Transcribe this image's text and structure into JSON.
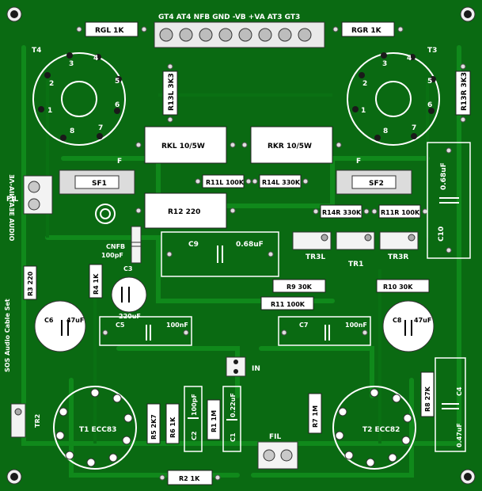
{
  "board": {
    "bg_color": "#0a6a12",
    "trace_color": "#118d1d",
    "silk_color": "#ffffff"
  },
  "labels": {
    "top_connector": "GT4 AT4 NFB   GND   -VB +VA AT3 GT3",
    "rgl": "RGL  1K",
    "rgr": "RGR  1K",
    "t4": "T4",
    "t3": "T3",
    "r13l": "R13L 3K3",
    "r13r": "R13R 3K3",
    "rkl": "RKL  10/5W",
    "rkr": "RKR  10/5W",
    "sf1": "SF1",
    "sf2": "SF2",
    "r11l": "R11L 100K",
    "r14l": "R14L 330K",
    "c068_right": "0.68uF",
    "fil_left": "FIL",
    "r12": "R12   220",
    "r14r": "R14R 330K",
    "r11r": "R11R 100K",
    "c10": "C10",
    "cnfb": "CNFB",
    "cnfb_val": "100pF",
    "c9": "C9",
    "c9_val": "0.68uF",
    "tr3l": "TR3L",
    "tr1": "TR1",
    "tr3r": "TR3R",
    "c3": "C3",
    "r3": "R3 220",
    "r4": "R4 1K",
    "c3_val": "220uF",
    "r9": "R9  30K",
    "r10": "R10  30K",
    "r11": "R11  100K",
    "c6": "C6",
    "c6_val": "47uF",
    "c5": "C5",
    "c5_val": "100nF",
    "c7": "C7",
    "c7_val": "100nF",
    "c8": "C8",
    "c8_val": "47uF",
    "in": "IN",
    "r8": "R8 27K",
    "c4": "C4",
    "c4_val": "0.47uF",
    "tr2": "TR2",
    "t1": "T1   ECC83",
    "r5": "R5 2K7",
    "r6": "R6 1K",
    "c2": "C2",
    "c2_val": "100pF",
    "r1": "R1 1M",
    "c1": "C1",
    "c1_val": "0.22uF",
    "r7": "R7 1M",
    "t2": "T2   ECC82",
    "fil_bottom": "FIL",
    "r2": "R2 1K",
    "side_left": "SOS Audio Cable Set",
    "mirrored_left": "ƎΛ-AIИTAƎE AUDIO",
    "pin4": "4",
    "pin3": "3",
    "pin5": "5",
    "pin2": "2",
    "pin6": "6",
    "pin1": "1",
    "pin7": "7",
    "pin8": "8",
    "fuse_left": "F",
    "fuse_right": "F"
  }
}
